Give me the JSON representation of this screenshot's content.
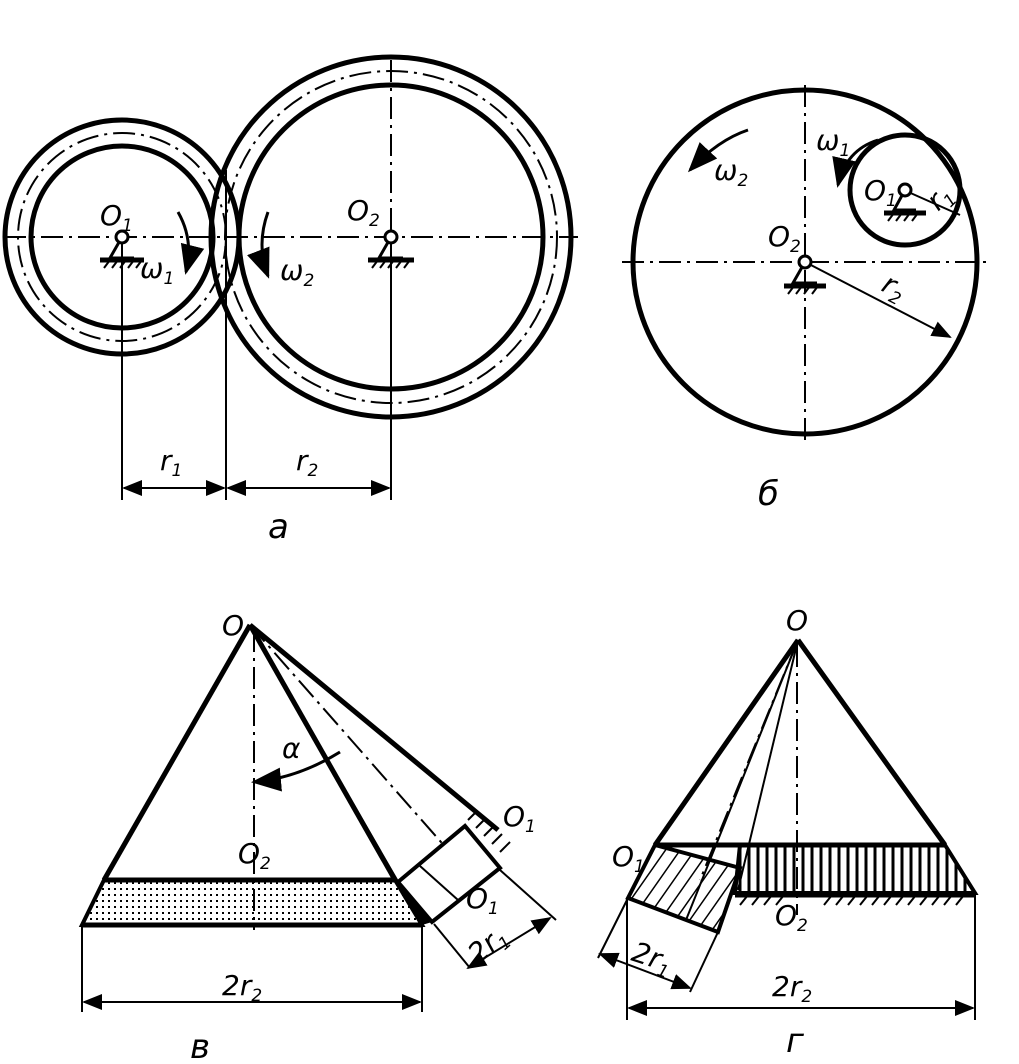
{
  "panels": {
    "a": {
      "caption": "а",
      "o1": "O",
      "o1_sub": "1",
      "o2": "O",
      "o2_sub": "2",
      "w1": "ω",
      "w1_sub": "1",
      "w2": "ω",
      "w2_sub": "2",
      "r1": "r",
      "r1_sub": "1",
      "r2": "r",
      "r2_sub": "2"
    },
    "b": {
      "caption": "б",
      "w1": "ω",
      "w1_sub": "1",
      "w2": "ω",
      "w2_sub": "2",
      "o1": "O",
      "o1_sub": "1",
      "o2": "O",
      "o2_sub": "2",
      "r1": "r",
      "r1_sub": "1",
      "r2": "r",
      "r2_sub": "2"
    },
    "v": {
      "caption": "в",
      "apex": "O",
      "alpha": "α",
      "o2": "O",
      "o2_sub": "2",
      "o1_top": "O",
      "o1_top_sub": "1",
      "o1_mid": "O",
      "o1_mid_sub": "1",
      "dim_2r1": "2r",
      "dim_2r1_sub": "1",
      "dim_2r2": "2r",
      "dim_2r2_sub": "2"
    },
    "g": {
      "caption": "г",
      "apex": "O",
      "o1": "O",
      "o1_sub": "1",
      "o2": "O",
      "o2_sub": "2",
      "dim_2r1": "2r",
      "dim_2r1_sub": "1",
      "dim_2r2": "2r",
      "dim_2r2_sub": "2"
    }
  }
}
